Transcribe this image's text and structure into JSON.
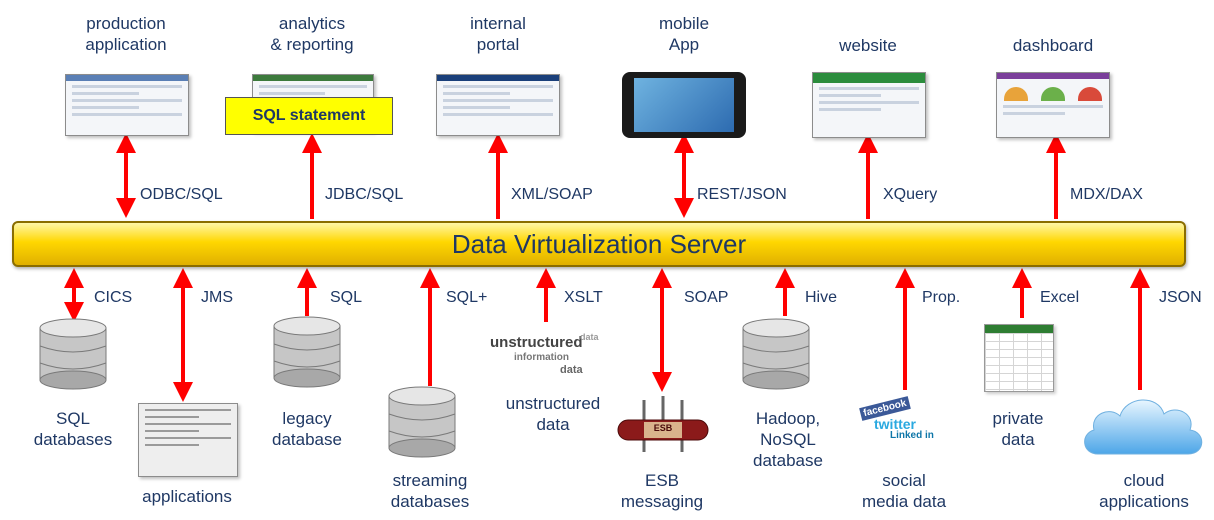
{
  "server": {
    "title": "Data Virtualization Server"
  },
  "top": [
    {
      "label": "production\napplication",
      "protocol": "ODBC/SQL"
    },
    {
      "label": "analytics\n& reporting",
      "protocol": "JDBC/SQL",
      "callout": "SQL statement"
    },
    {
      "label": "internal\nportal",
      "protocol": "XML/SOAP"
    },
    {
      "label": "mobile\nApp",
      "protocol": "REST/JSON"
    },
    {
      "label": "website",
      "protocol": "XQuery"
    },
    {
      "label": "dashboard",
      "protocol": "MDX/DAX"
    }
  ],
  "bottom": [
    {
      "label": "SQL\ndatabases",
      "protocol": "CICS",
      "icon": "database-icon"
    },
    {
      "label": "applications",
      "protocol": "JMS",
      "icon": "code-listing-icon"
    },
    {
      "label": "legacy\ndatabase",
      "protocol": "SQL",
      "icon": "database-icon"
    },
    {
      "label": "streaming\ndatabases",
      "protocol": "SQL+",
      "icon": "database-icon"
    },
    {
      "label": "unstructured\ndata",
      "protocol": "XSLT",
      "icon": "word-cloud-icon",
      "word_art": "unstructured information data"
    },
    {
      "label": "ESB\nmessaging",
      "protocol": "SOAP",
      "icon": "esb-bus-icon",
      "icon_text": "ESB"
    },
    {
      "label": "Hadoop,\nNoSQL\ndatabase",
      "protocol": "Hive",
      "icon": "database-icon"
    },
    {
      "label": "social\nmedia data",
      "protocol": "Prop.",
      "icon": "social-logos-icon",
      "logos": [
        "facebook",
        "twitter",
        "Linked in"
      ]
    },
    {
      "label": "private\ndata",
      "protocol": "Excel",
      "icon": "spreadsheet-icon"
    },
    {
      "label": "cloud\napplications",
      "protocol": "JSON",
      "icon": "cloud-icon"
    }
  ],
  "colors": {
    "bus": "#ffd700",
    "arrow": "#ff0000",
    "text": "#1f3864",
    "callout": "#ffff00"
  }
}
